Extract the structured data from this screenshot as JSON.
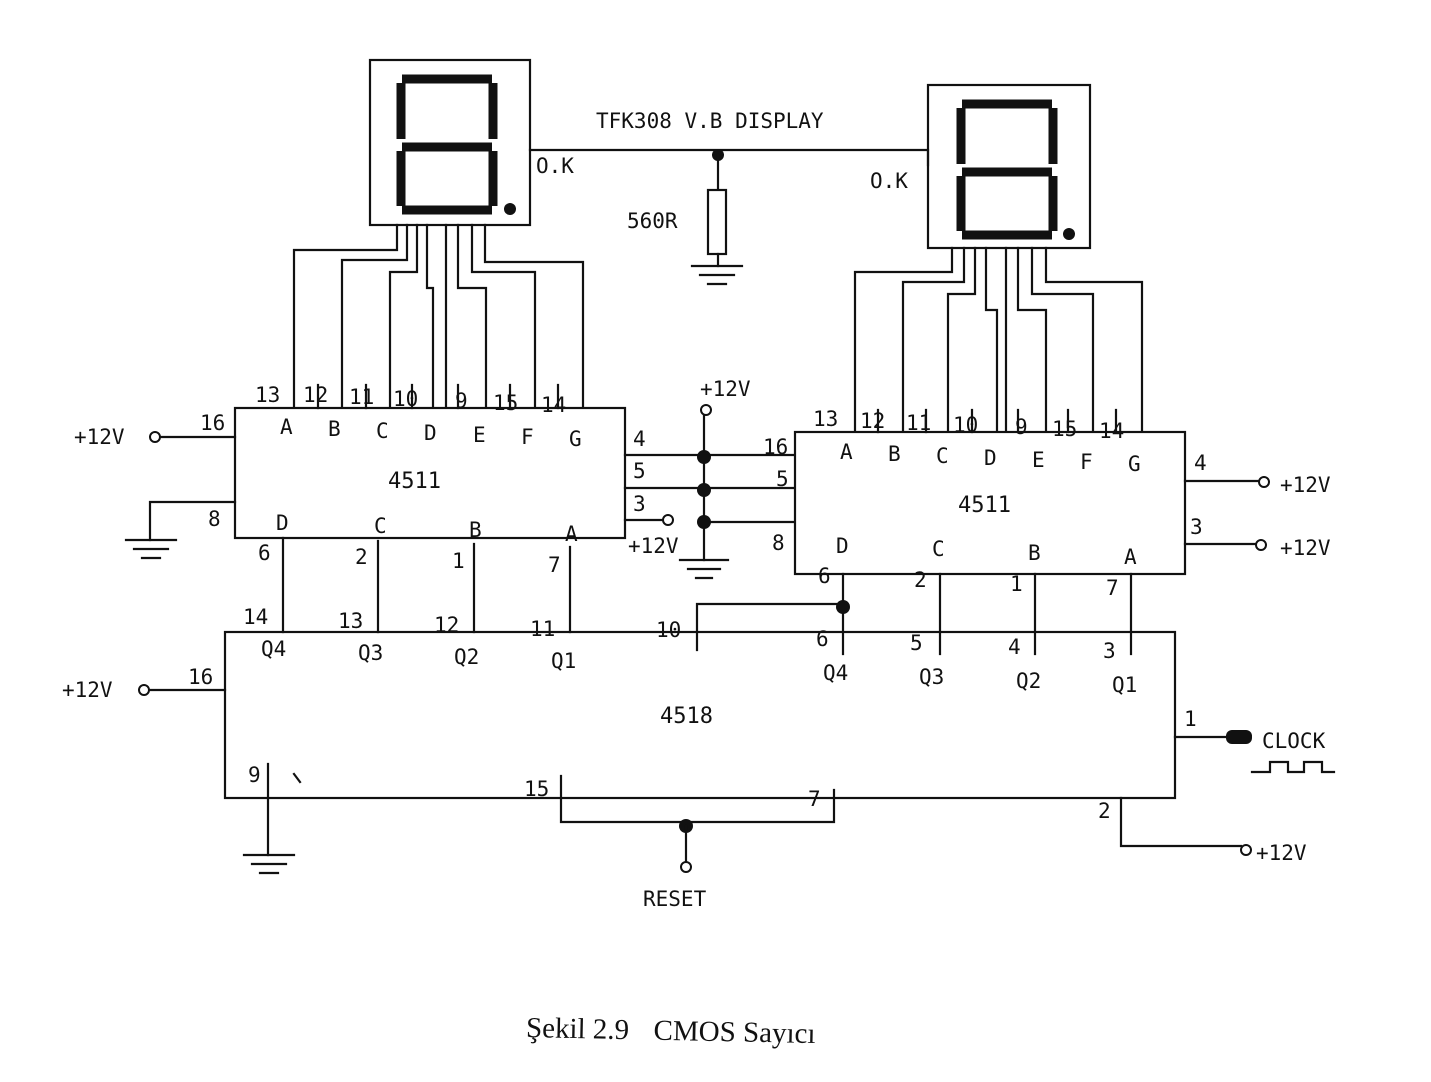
{
  "display_label": "TFK308 V.B DISPLAY",
  "common_cathode_label": "O.K",
  "resistor_label": "560R",
  "supply_label": "+12V",
  "clock_label": "CLOCK",
  "reset_label": "RESET",
  "ic_decoder": "4511",
  "ic_counter": "4518",
  "decoder_output_pins": [
    {
      "num": "13",
      "name": "A"
    },
    {
      "num": "12",
      "name": "B"
    },
    {
      "num": "11",
      "name": "C"
    },
    {
      "num": "10",
      "name": "D"
    },
    {
      "num": "9",
      "name": "E"
    },
    {
      "num": "15",
      "name": "F"
    },
    {
      "num": "14",
      "name": "G"
    }
  ],
  "decoder_input_pins": [
    {
      "num": "6",
      "name": "D"
    },
    {
      "num": "2",
      "name": "C"
    },
    {
      "num": "1",
      "name": "B"
    },
    {
      "num": "7",
      "name": "A"
    }
  ],
  "decoder_side_pins": {
    "vdd": "16",
    "gnd": "8",
    "lt": "4",
    "bi": "5",
    "le": "3"
  },
  "counter_left_outputs": [
    {
      "num": "14",
      "name": "Q4"
    },
    {
      "num": "13",
      "name": "Q3"
    },
    {
      "num": "12",
      "name": "Q2"
    },
    {
      "num": "11",
      "name": "Q1"
    }
  ],
  "counter_right_outputs": [
    {
      "num": "6",
      "name": "Q4"
    },
    {
      "num": "5",
      "name": "Q3"
    },
    {
      "num": "4",
      "name": "Q2"
    },
    {
      "num": "3",
      "name": "Q1"
    }
  ],
  "counter_misc_pins": {
    "vdd": "16",
    "gnd": "9",
    "enable_b": "10",
    "reset_a": "15",
    "reset_b": "7",
    "clock": "1",
    "enable_a": "2"
  },
  "caption": {
    "prefix": "Şekil 2.9",
    "text": "CMOS Sayıcı"
  }
}
